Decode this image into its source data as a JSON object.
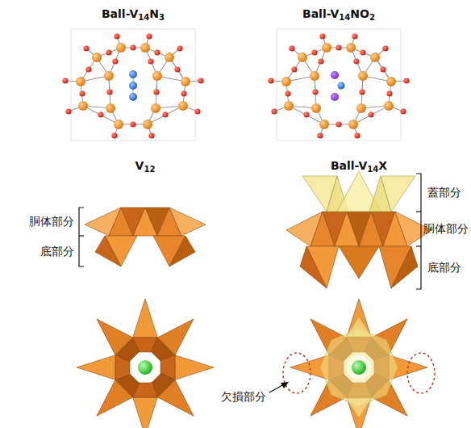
{
  "diagram": {
    "labels": [
      "Ball-V14N3",
      "Ball-V14NO2",
      "V12",
      "Ball-V14X",
      "胴体部分",
      "底部分",
      "蓋部分",
      "胴体部分",
      "底部分",
      "欠損部分"
    ]
  }
}
